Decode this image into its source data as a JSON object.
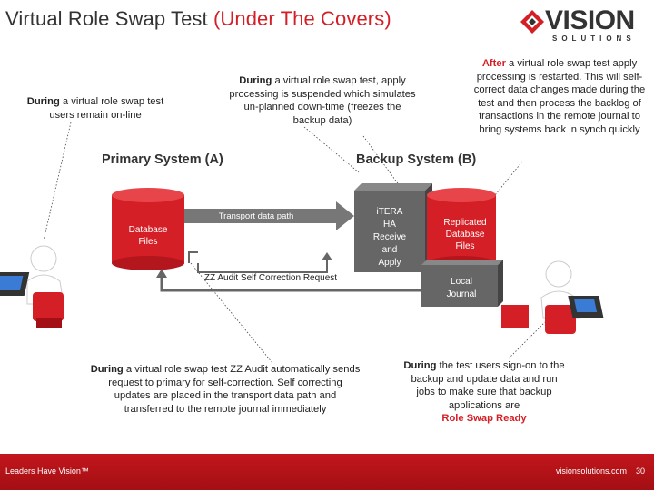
{
  "title": {
    "main": "Virtual Role Swap Test",
    "sub": "(Under The Covers)"
  },
  "logo": {
    "word": "VISION",
    "tagline": "SOLUTIONS"
  },
  "notes": {
    "users_online": {
      "lead": "During",
      "rest": "a virtual role swap test users remain on-line"
    },
    "suspended": {
      "lead": "During",
      "rest": "a virtual role swap test, apply processing is suspended which simulates un-planned down-time (freezes the backup data)"
    },
    "after": {
      "lead": "After",
      "rest": "a virtual role swap test apply processing is restarted. This will self-correct data changes made during the test and then process the backlog of transactions in the remote journal to bring systems back in synch quickly"
    },
    "zz_audit": {
      "lead": "During",
      "rest": "a virtual role swap test ZZ Audit automatically sends request to primary for self-correction. Self correcting updates are placed in the transport data path and transferred to the remote journal immediately"
    },
    "test_users": {
      "lead": "During",
      "rest": "the test users sign-on to the backup and update data and run jobs to make sure that backup applications are",
      "emphasis": "Role Swap Ready"
    }
  },
  "systems": {
    "primary": "Primary System (A)",
    "backup": "Backup System (B)"
  },
  "diagram": {
    "primary_db": [
      "Database",
      "Files"
    ],
    "backup_db": [
      "Replicated",
      "Database",
      "Files"
    ],
    "itera": [
      "iTERA",
      "HA",
      "Receive",
      "and",
      "Apply"
    ],
    "journal": [
      "Local",
      "Journal"
    ],
    "transport": "Transport data path",
    "correction": "ZZ Audit Self Correction Request"
  },
  "footer": {
    "left": "Leaders Have Vision™",
    "right": "visionsolutions.com",
    "page": "30"
  },
  "colors": {
    "brand_red": "#d41f26",
    "dark_gray": "#333333",
    "box_gray": "#666666"
  }
}
